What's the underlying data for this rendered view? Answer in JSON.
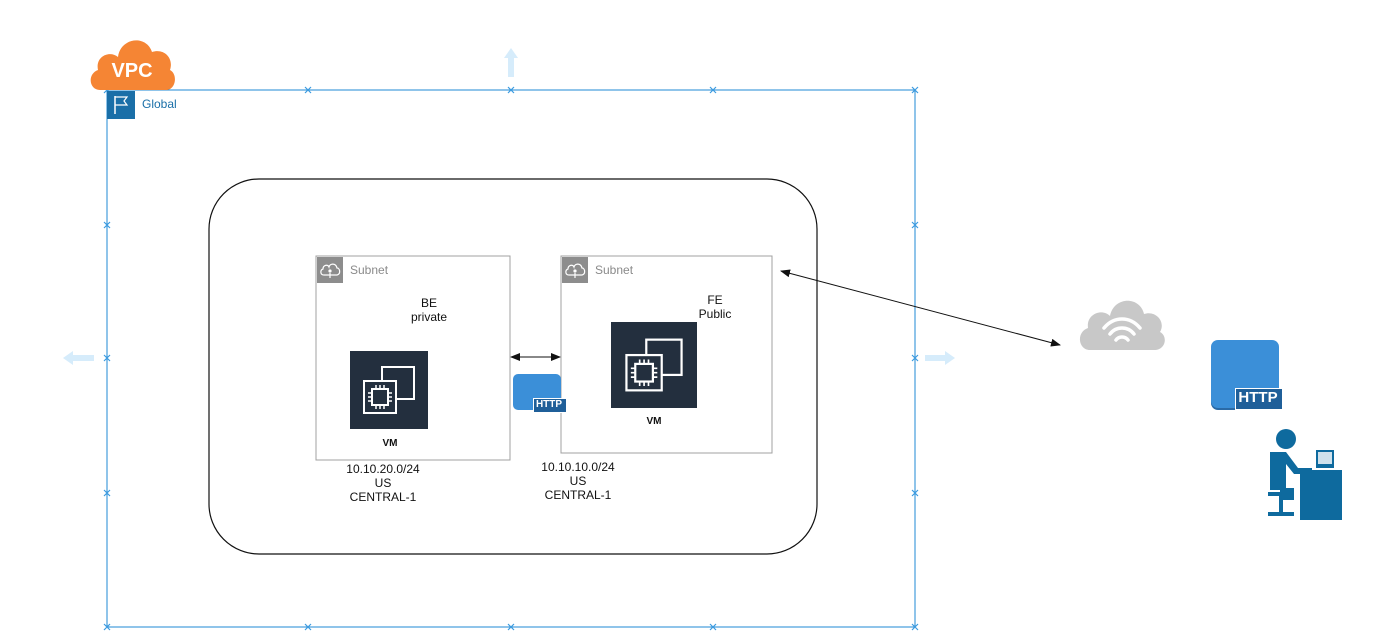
{
  "vpc": {
    "badge": "VPC",
    "region_label": "Global",
    "colors": {
      "badge": "#f58534",
      "frame": "#1f8ad6",
      "region_icon": "#1a6fa8"
    }
  },
  "subnets": [
    {
      "label": "Subnet",
      "role_line1": "BE",
      "role_line2": "private",
      "vm_label": "VM",
      "cidr": "10.10.20.0/24",
      "region_line1": "US",
      "region_line2": "CENTRAL-1"
    },
    {
      "label": "Subnet",
      "role_line1": "FE",
      "role_line2": "Public",
      "vm_label": "VM",
      "cidr": "10.10.10.0/24",
      "region_line1": "US",
      "region_line2": "CENTRAL-1"
    }
  ],
  "http_badge": "HTTP",
  "http_badge_external": "HTTP",
  "icons": {
    "vm": "ec2-instance-icon",
    "subnet": "subnet-cloud-icon",
    "internet": "internet-cloud-wifi-icon",
    "http": "http-protocol-icon",
    "user": "user-at-desk-icon",
    "region": "region-flag-icon"
  },
  "colors": {
    "vm_bg": "#232f3e",
    "cloud_gray": "#c8c8c8",
    "http_blue": "#3b8fd8",
    "user_blue": "#0e6a9e"
  }
}
